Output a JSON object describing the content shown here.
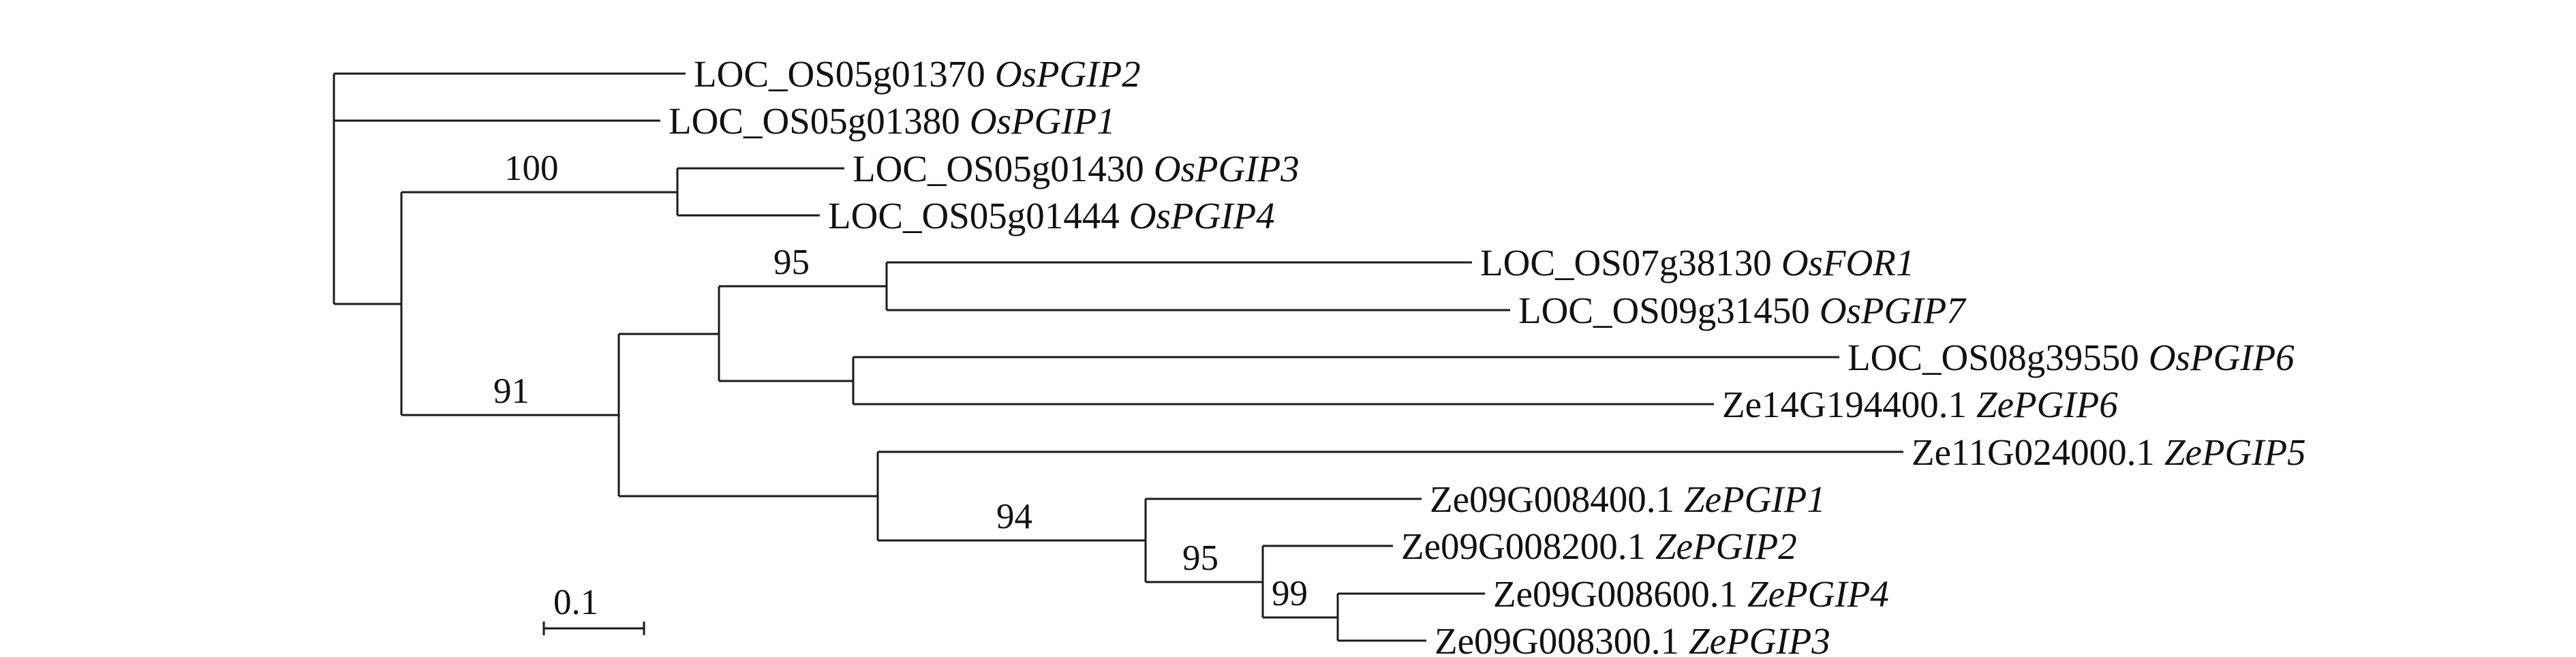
{
  "figure": {
    "type": "phylogenetic-tree",
    "scale_bar_label": "0.1",
    "leaves": [
      {
        "locus": "LOC_OS05g01370",
        "gene": "OsPGIP2"
      },
      {
        "locus": "LOC_OS05g01380",
        "gene": "OsPGIP1"
      },
      {
        "locus": "LOC_OS05g01430",
        "gene": "OsPGIP3"
      },
      {
        "locus": "LOC_OS05g01444",
        "gene": "OsPGIP4"
      },
      {
        "locus": "LOC_OS07g38130",
        "gene": "OsFOR1"
      },
      {
        "locus": "LOC_OS09g31450",
        "gene": "OsPGIP7"
      },
      {
        "locus": "LOC_OS08g39550",
        "gene": "OsPGIP6"
      },
      {
        "locus": "Ze14G194400.1",
        "gene": "ZePGIP6"
      },
      {
        "locus": "Ze11G024000.1",
        "gene": "ZePGIP5"
      },
      {
        "locus": "Ze09G008400.1",
        "gene": "ZePGIP1"
      },
      {
        "locus": "Ze09G008200.1",
        "gene": "ZePGIP2"
      },
      {
        "locus": "Ze09G008600.1",
        "gene": "ZePGIP4"
      },
      {
        "locus": "Ze09G008300.1",
        "gene": "ZePGIP3"
      }
    ],
    "bootstrap_values": {
      "b100": "100",
      "b95_upper": "95",
      "b91": "91",
      "b94": "94",
      "b95_lower": "95",
      "b99": "99"
    },
    "newick": "(OsPGIP2,OsPGIP1,((OsPGIP3,OsPGIP4)100,(((OsFOR1,OsPGIP7)95,(OsPGIP6,ZePGIP6)),(ZePGIP5,(ZePGIP1,(ZePGIP2,(ZePGIP4,ZePGIP3)99)95)94))91));"
  }
}
